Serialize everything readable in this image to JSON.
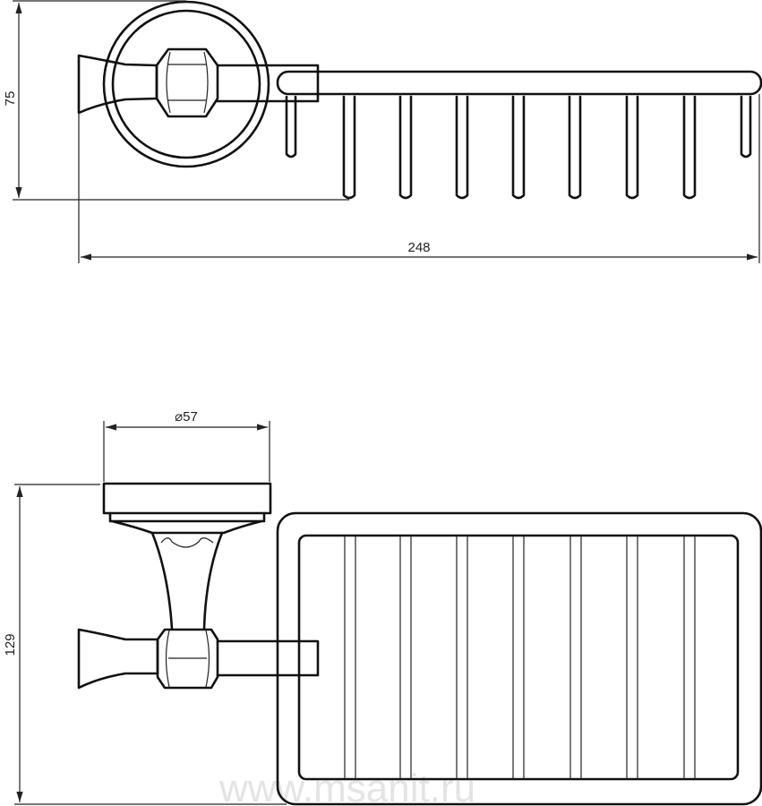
{
  "drawing": {
    "top_view": {
      "height_dim": "75",
      "width_dim": "248"
    },
    "front_view": {
      "diameter_dim": "⌀57",
      "height_dim": "129"
    },
    "watermark": "www.msanit.ru"
  }
}
